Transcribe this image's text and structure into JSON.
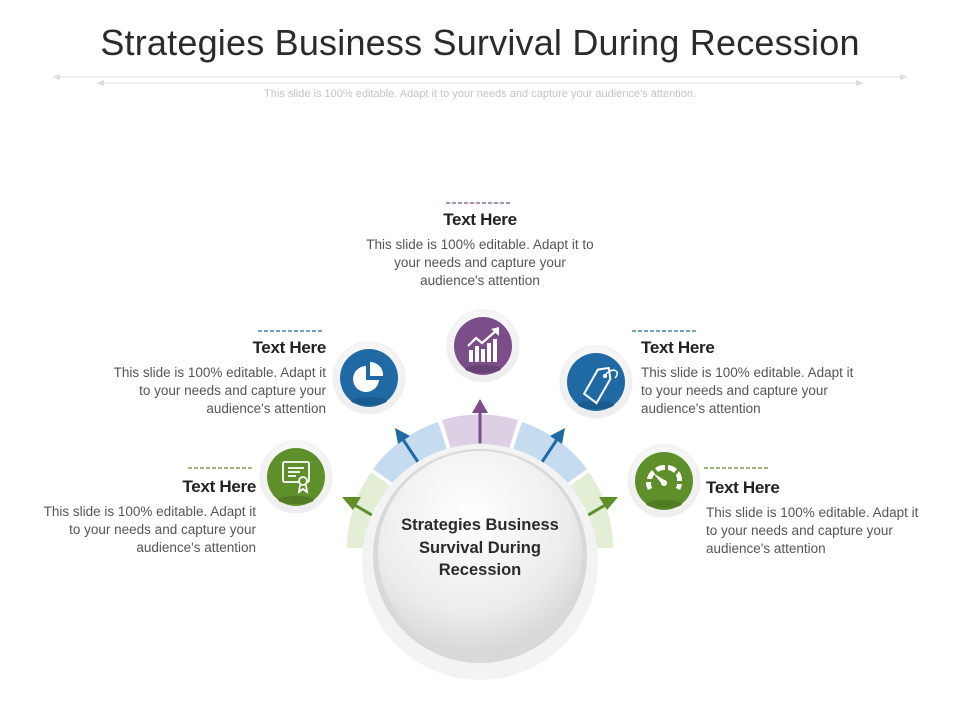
{
  "title": "Strategies Business Survival During Recession",
  "subtitle": "This slide is 100% editable. Adapt it to your needs and capture your audience's attention.",
  "center_label": "Strategies Business Survival During Recession",
  "colors": {
    "green": "#5f8f2a",
    "blue": "#1f6aa5",
    "purple": "#7b4e8a",
    "green_light": "#e3efd4",
    "blue_light": "#c5dcf0",
    "purple_light": "#ddd0e4"
  },
  "items": [
    {
      "heading": "Text Here",
      "body": "This slide is 100% editable. Adapt it to your needs and capture your audience's attention",
      "icon": "certificate-icon",
      "color": "green"
    },
    {
      "heading": "Text Here",
      "body": "This slide is 100% editable. Adapt it to your needs and capture your audience's attention",
      "icon": "pie-chart-icon",
      "color": "blue"
    },
    {
      "heading": "Text Here",
      "body": "This slide is 100% editable. Adapt it to your needs and capture your audience's attention",
      "icon": "growth-chart-icon",
      "color": "purple"
    },
    {
      "heading": "Text Here",
      "body": "This slide is 100% editable. Adapt it to your needs and capture your audience's attention",
      "icon": "price-tag-icon",
      "color": "blue"
    },
    {
      "heading": "Text Here",
      "body": "This slide is 100% editable. Adapt it to your needs and capture your audience's attention",
      "icon": "speedometer-icon",
      "color": "green"
    }
  ]
}
